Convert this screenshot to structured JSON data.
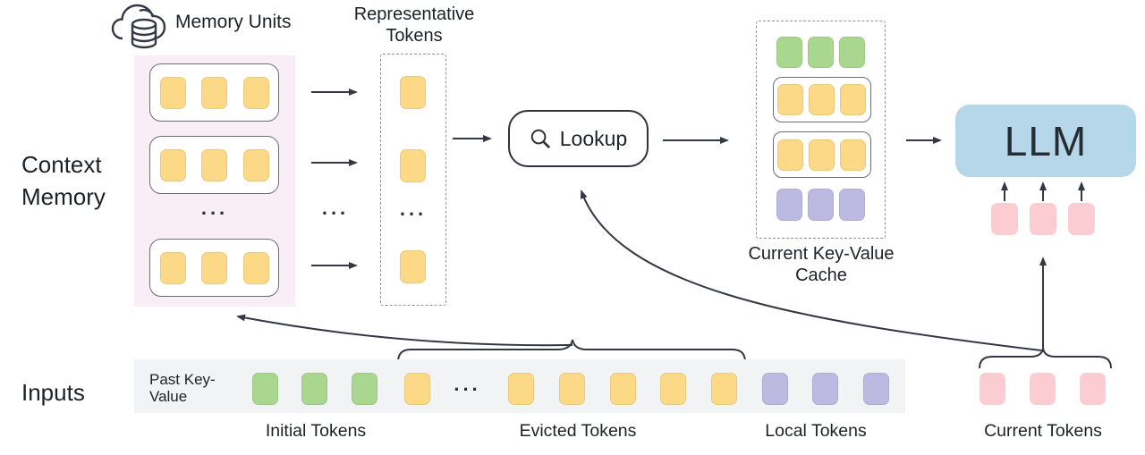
{
  "labels": {
    "memory_units": "Memory Units",
    "representative_tokens": "Representative Tokens",
    "context_memory": "Context Memory",
    "lookup": "Lookup",
    "current_kv_cache": "Current Key-Value Cache",
    "llm": "LLM",
    "inputs": "Inputs",
    "past_key_value": "Past Key-Value",
    "initial_tokens": "Initial Tokens",
    "evicted_tokens": "Evicted Tokens",
    "local_tokens": "Local Tokens",
    "current_tokens": "Current Tokens",
    "ellipsis": "..."
  },
  "colors": {
    "yellow": "#FBD987",
    "green": "#A9D78F",
    "purple": "#BCBAE1",
    "pink": "#FBCDD2",
    "llm_blue": "#B5D7E9",
    "memory_bg": "#F9EEF6",
    "strip_bg": "#F2F3F4",
    "line": "#333844"
  },
  "structure": {
    "context_memory": {
      "memory_units_shown": 3,
      "tokens_per_unit": 3,
      "token_color": "yellow",
      "has_ellipsis": true
    },
    "representative_tokens": {
      "tokens_shown": 3,
      "token_color": "yellow",
      "has_ellipsis": true
    },
    "current_kv_cache_rows": [
      {
        "color": "green",
        "boxed": false,
        "count": 3
      },
      {
        "color": "yellow",
        "boxed": true,
        "count": 3
      },
      {
        "color": "yellow",
        "boxed": true,
        "count": 3
      },
      {
        "color": "purple",
        "boxed": false,
        "count": 3
      }
    ],
    "llm_input_tokens": {
      "color": "pink",
      "count": 3
    },
    "input_strip_groups": [
      {
        "label": "Initial Tokens",
        "color": "green",
        "count": 3
      },
      {
        "label": "Evicted Tokens",
        "color": "yellow",
        "count": 6,
        "ellipsis_after_first": true,
        "braced": true
      },
      {
        "label": "Local Tokens",
        "color": "purple",
        "count": 3
      },
      {
        "label": "Current Tokens",
        "color": "pink",
        "count": 3,
        "braced": true,
        "outside_strip": true
      }
    ]
  }
}
